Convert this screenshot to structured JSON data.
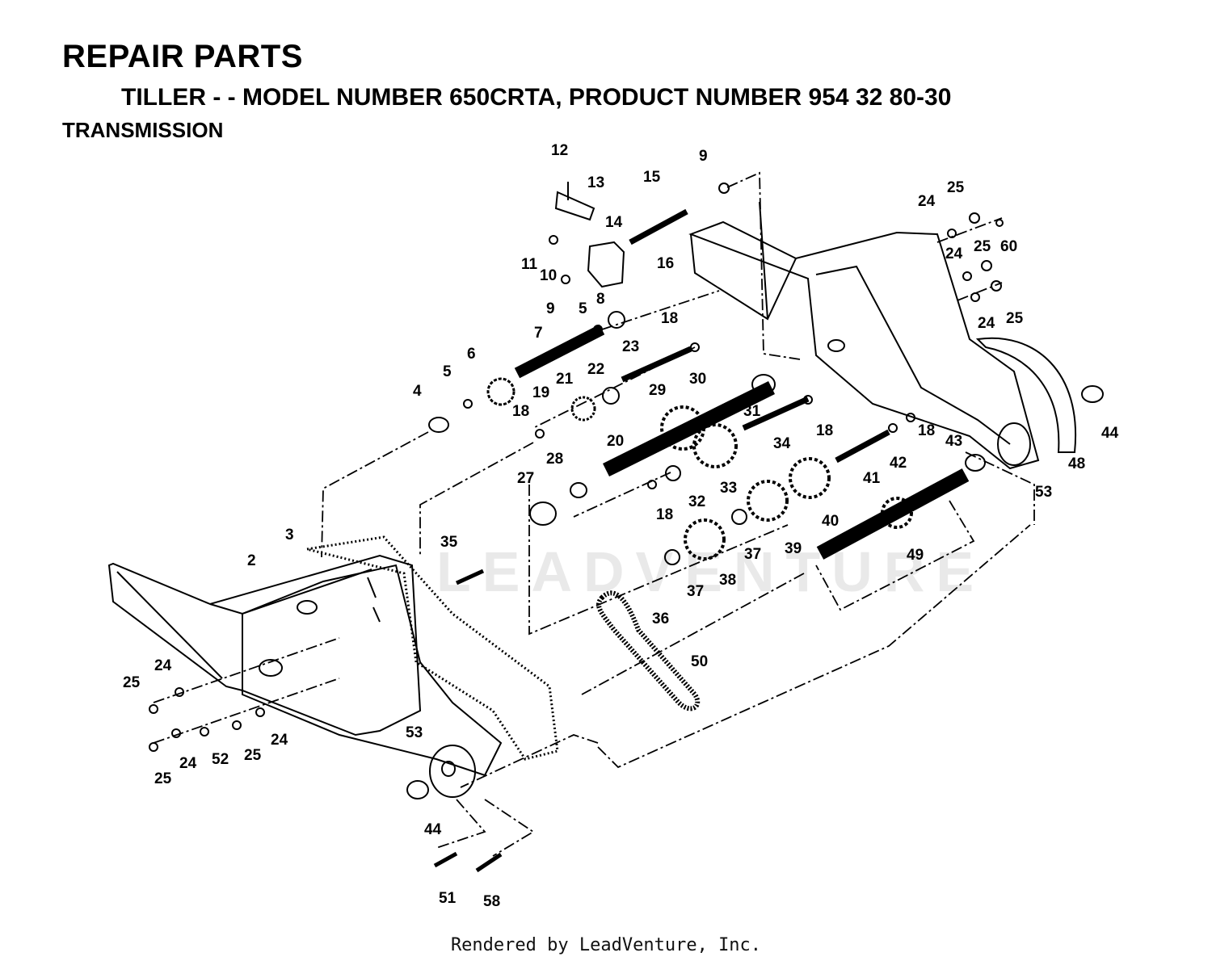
{
  "header": {
    "title": "REPAIR PARTS",
    "subtitle": "TILLER - - MODEL NUMBER 650CRTA, PRODUCT NUMBER 954 32 80-30",
    "section": "TRANSMISSION"
  },
  "watermark": "LEADVENTURE",
  "footer": "Rendered by LeadVenture, Inc.",
  "callouts": [
    "12",
    "13",
    "15",
    "9",
    "25",
    "24",
    "60",
    "25",
    "24",
    "14",
    "11",
    "10",
    "16",
    "9",
    "5",
    "8",
    "24",
    "25",
    "18",
    "7",
    "23",
    "6",
    "5",
    "22",
    "21",
    "29",
    "30",
    "31",
    "4",
    "19",
    "18",
    "20",
    "18",
    "34",
    "18",
    "42",
    "41",
    "43",
    "44",
    "48",
    "28",
    "27",
    "32",
    "33",
    "40",
    "18",
    "53",
    "35",
    "37",
    "39",
    "49",
    "3",
    "38",
    "2",
    "37",
    "36",
    "50",
    "24",
    "25",
    "24",
    "53",
    "25",
    "24",
    "52",
    "25",
    "44",
    "51",
    "58"
  ]
}
